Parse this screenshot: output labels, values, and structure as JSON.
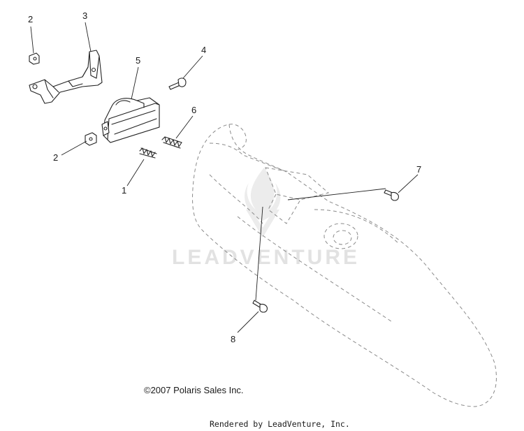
{
  "callouts": [
    {
      "label": "1"
    },
    {
      "label": "2"
    },
    {
      "label": "2"
    },
    {
      "label": "3"
    },
    {
      "label": "4"
    },
    {
      "label": "5"
    },
    {
      "label": "6"
    },
    {
      "label": "7"
    },
    {
      "label": "8"
    }
  ],
  "watermark": {
    "text": "LEADVENTURE"
  },
  "copyright": {
    "text": "©2007 Polaris Sales Inc."
  },
  "footer": {
    "text": "Rendered by LeadVenture, Inc."
  },
  "colors": {
    "line": "#222222",
    "ghost": "#8a8a8a",
    "watermark": "#e2e2e2"
  }
}
